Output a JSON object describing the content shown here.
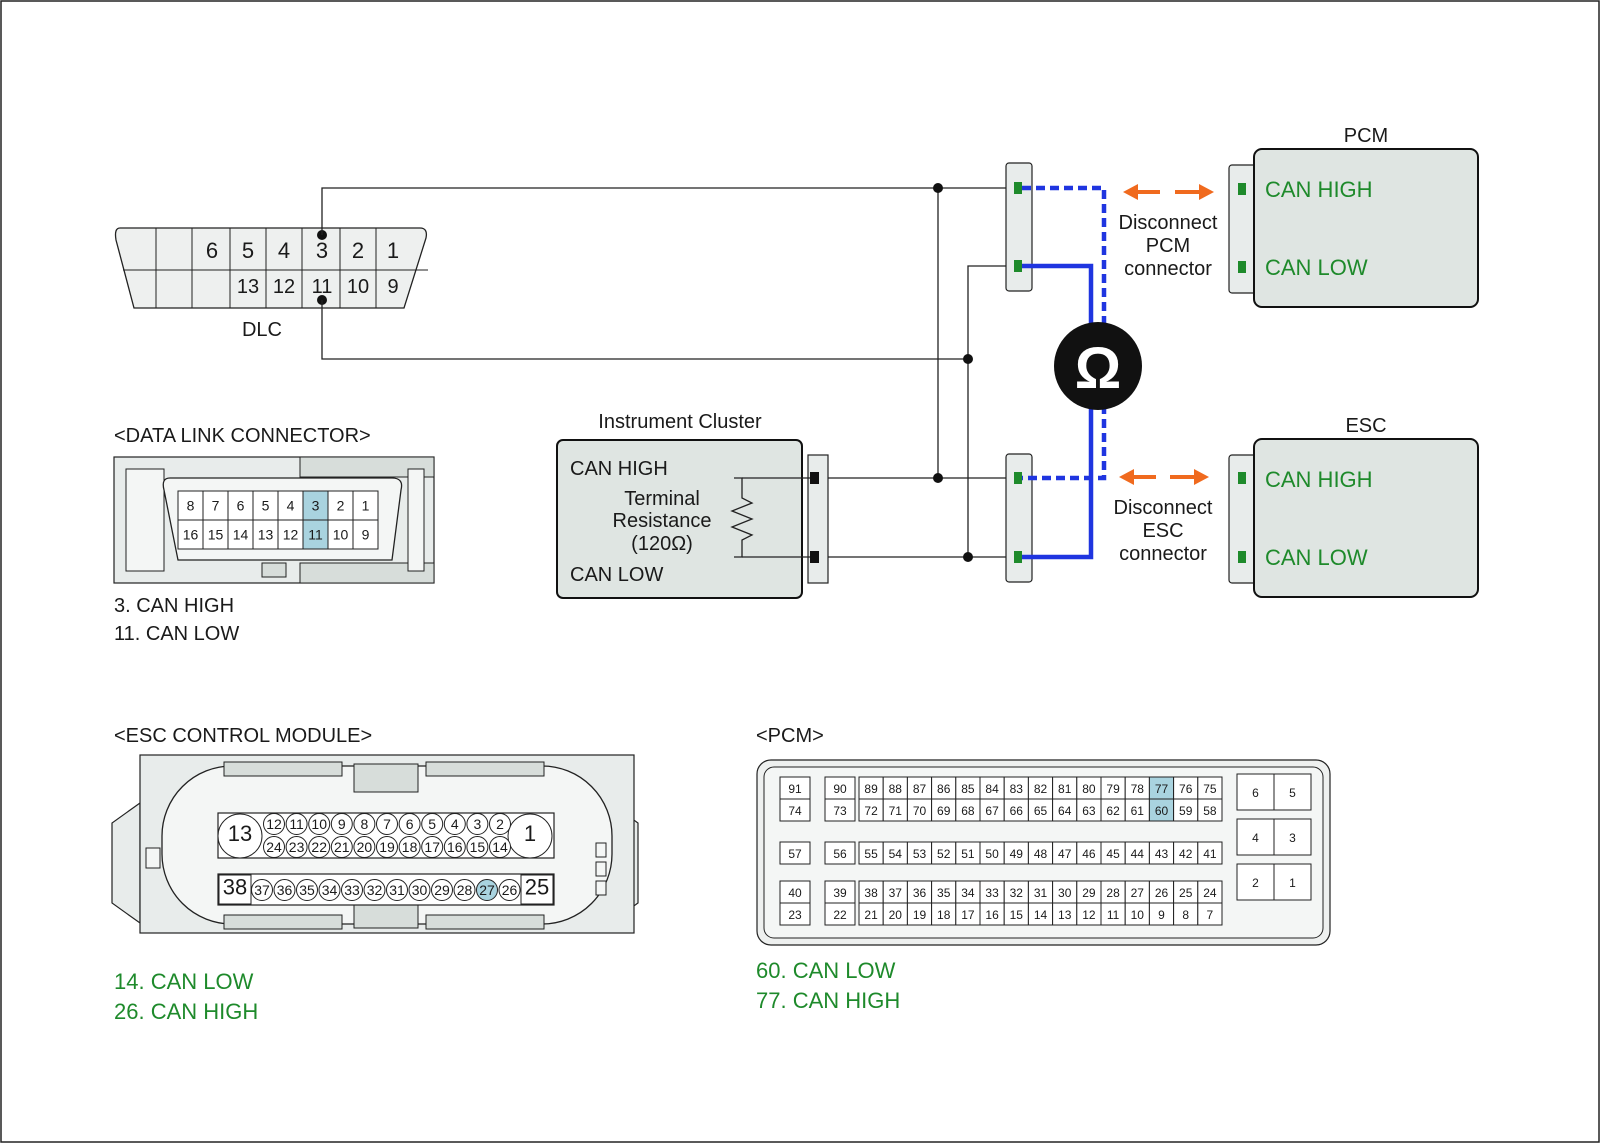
{
  "dlc": {
    "label": "DLC",
    "top_pins": [
      "6",
      "5",
      "4",
      "3",
      "2",
      "1"
    ],
    "bottom_pins": [
      "13",
      "12",
      "11",
      "10",
      "9"
    ]
  },
  "pcm_module": {
    "title": "PCM",
    "can_high": "CAN HIGH",
    "can_low": "CAN LOW",
    "disconnect_label": [
      "Disconnect",
      "PCM",
      "connector"
    ]
  },
  "esc_module": {
    "title": "ESC",
    "can_high": "CAN HIGH",
    "can_low": "CAN LOW",
    "disconnect_label": [
      "Disconnect",
      "ESC",
      "connector"
    ]
  },
  "instrument_cluster": {
    "title": "Instrument Cluster",
    "can_high": "CAN HIGH",
    "can_low": "CAN LOW",
    "resistor_label": [
      "Terminal",
      "Resistance",
      "(120Ω)"
    ]
  },
  "meter_symbol": "Ω",
  "dlc_connector": {
    "title": "<DATA LINK CONNECTOR>",
    "top_row": [
      "8",
      "7",
      "6",
      "5",
      "4",
      "3",
      "2",
      "1"
    ],
    "bottom_row": [
      "16",
      "15",
      "14",
      "13",
      "12",
      "11",
      "10",
      "9"
    ],
    "highlighted": [
      "3",
      "11"
    ],
    "notes": [
      "3. CAN HIGH",
      "11. CAN LOW"
    ]
  },
  "esc_connector": {
    "title": "<ESC CONTROL MODULE>",
    "top_end_left": "13",
    "top_end_right": "1",
    "top_row1": [
      "12",
      "11",
      "10",
      "9",
      "8",
      "7",
      "6",
      "5",
      "4",
      "3",
      "2"
    ],
    "top_row2": [
      "24",
      "23",
      "22",
      "21",
      "20",
      "19",
      "18",
      "17",
      "16",
      "15",
      "14"
    ],
    "bottom_end_left": "38",
    "bottom_end_right": "25",
    "bottom_row": [
      "37",
      "36",
      "35",
      "34",
      "33",
      "32",
      "31",
      "30",
      "29",
      "28",
      "27",
      "26"
    ],
    "highlighted": [
      "27"
    ],
    "notes": [
      "14. CAN LOW",
      "26. CAN HIGH"
    ]
  },
  "pcm_connector": {
    "title": "<PCM>",
    "single_col1": [
      [
        "91",
        "74"
      ],
      [
        "57"
      ],
      [
        "40",
        "23"
      ]
    ],
    "single_col2": [
      [
        "90",
        "73"
      ],
      [
        "56"
      ],
      [
        "39",
        "22"
      ]
    ],
    "main_row1": [
      "89",
      "88",
      "87",
      "86",
      "85",
      "84",
      "83",
      "82",
      "81",
      "80",
      "79",
      "78",
      "77",
      "76",
      "75"
    ],
    "main_row2": [
      "72",
      "71",
      "70",
      "69",
      "68",
      "67",
      "66",
      "65",
      "64",
      "63",
      "62",
      "61",
      "60",
      "59",
      "58"
    ],
    "main_row3": [
      "55",
      "54",
      "53",
      "52",
      "51",
      "50",
      "49",
      "48",
      "47",
      "46",
      "45",
      "44",
      "43",
      "42",
      "41"
    ],
    "main_row4": [
      "38",
      "37",
      "36",
      "35",
      "34",
      "33",
      "32",
      "31",
      "30",
      "29",
      "28",
      "27",
      "26",
      "25",
      "24"
    ],
    "main_row5": [
      "21",
      "20",
      "19",
      "18",
      "17",
      "16",
      "15",
      "14",
      "13",
      "12",
      "11",
      "10",
      "9",
      "8",
      "7"
    ],
    "right_block": [
      [
        "6",
        "5"
      ],
      [
        "4",
        "3"
      ],
      [
        "2",
        "1"
      ]
    ],
    "highlighted": [
      "77",
      "60"
    ],
    "notes": [
      "60. CAN LOW",
      "77. CAN HIGH"
    ]
  },
  "colors": {
    "wire_blue": "#1f35e0",
    "arrow_orange": "#f06a1e",
    "pin_green": "#1e8a2b",
    "label_green": "#1e8a2b",
    "highlight": "#a9d3df",
    "module_fill": "#dfe5e2",
    "connector_fill": "#e8eceb"
  }
}
